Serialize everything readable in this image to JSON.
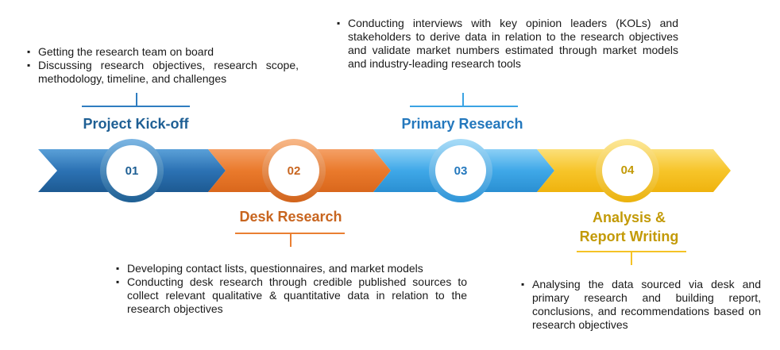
{
  "steps": [
    {
      "number": "01",
      "title": "Project Kick-off",
      "bullets": [
        "Getting the research team on board",
        "Discussing research objectives, research scope, methodology, timeline, and challenges"
      ],
      "color": "#2f7dc0"
    },
    {
      "number": "02",
      "title": "Desk Research",
      "bullets": [
        "Developing contact lists, questionnaires, and market models",
        "Conducting desk research through credible published sources to collect relevant qualitative & quantitative data in relation to the research objectives"
      ],
      "color": "#ea7f32"
    },
    {
      "number": "03",
      "title": "Primary Research",
      "bullets": [
        "Conducting interviews with key opinion leaders (KOLs) and stakeholders to derive data in relation to the research objectives and validate market numbers estimated through market models and industry-leading research tools"
      ],
      "color": "#3aa3e3"
    },
    {
      "number": "04",
      "title": "Analysis & Report Writing",
      "title_line1": "Analysis &",
      "title_line2": "Report Writing",
      "bullets": [
        "Analysing the data sourced via desk and primary research and building report, conclusions, and recommendations based on research objectives"
      ],
      "color": "#f5c326"
    }
  ]
}
